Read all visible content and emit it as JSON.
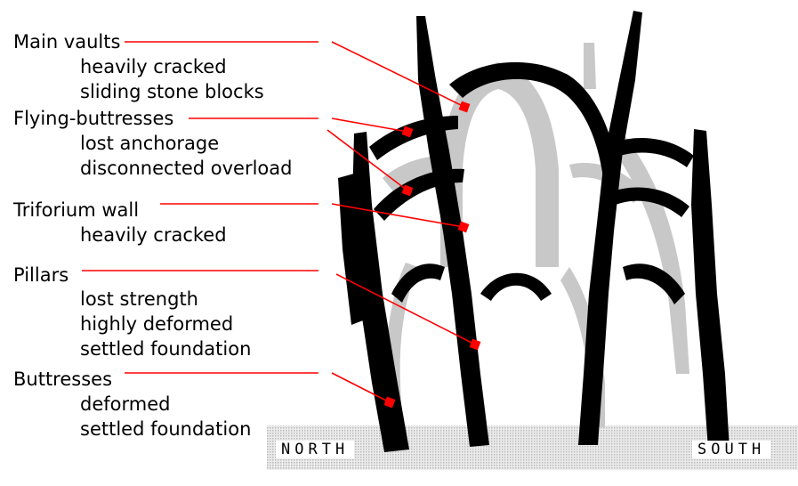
{
  "colors": {
    "damage_marker": "#ff0000",
    "leader_line": "#ff0000",
    "deformed_structure": "#000000",
    "original_structure": "#c8c8c8",
    "ground": "#d9d9d9"
  },
  "labels": [
    {
      "title": "Main vaults",
      "details": [
        "heavily cracked",
        "sliding stone blocks"
      ]
    },
    {
      "title": "Flying-buttresses",
      "details": [
        "lost anchorage",
        "disconnected overload"
      ]
    },
    {
      "title": "Triforium wall",
      "details": [
        "heavily cracked"
      ]
    },
    {
      "title": "Pillars",
      "details": [
        "lost strength",
        "highly deformed",
        "settled foundation"
      ]
    },
    {
      "title": "Buttresses",
      "details": [
        "deformed",
        "settled foundation"
      ]
    }
  ],
  "orientation": {
    "left": "NORTH",
    "right": "SOUTH"
  }
}
